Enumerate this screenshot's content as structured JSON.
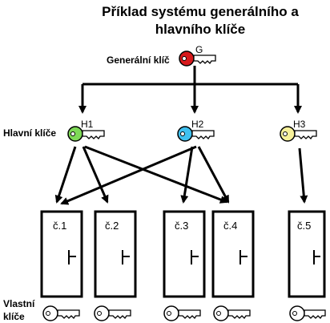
{
  "title": {
    "line1": "Příklad systému generálního a",
    "line2": "hlavního klíče"
  },
  "labels": {
    "master": "Generální klíč",
    "main": "Hlavní klíče",
    "own_line1": "Vlastní",
    "own_line2": "klíče"
  },
  "master_key": {
    "label": "G",
    "color": "#d7191c"
  },
  "main_keys": [
    {
      "label": "H1",
      "color": "#7ed957"
    },
    {
      "label": "H2",
      "color": "#3fc1f0"
    },
    {
      "label": "H3",
      "color": "#f7f19a"
    }
  ],
  "doors": [
    {
      "label": "č.1"
    },
    {
      "label": "č.2"
    },
    {
      "label": "č.3"
    },
    {
      "label": "č.4"
    },
    {
      "label": "č.5"
    }
  ],
  "own_key_color": "#ffffff"
}
